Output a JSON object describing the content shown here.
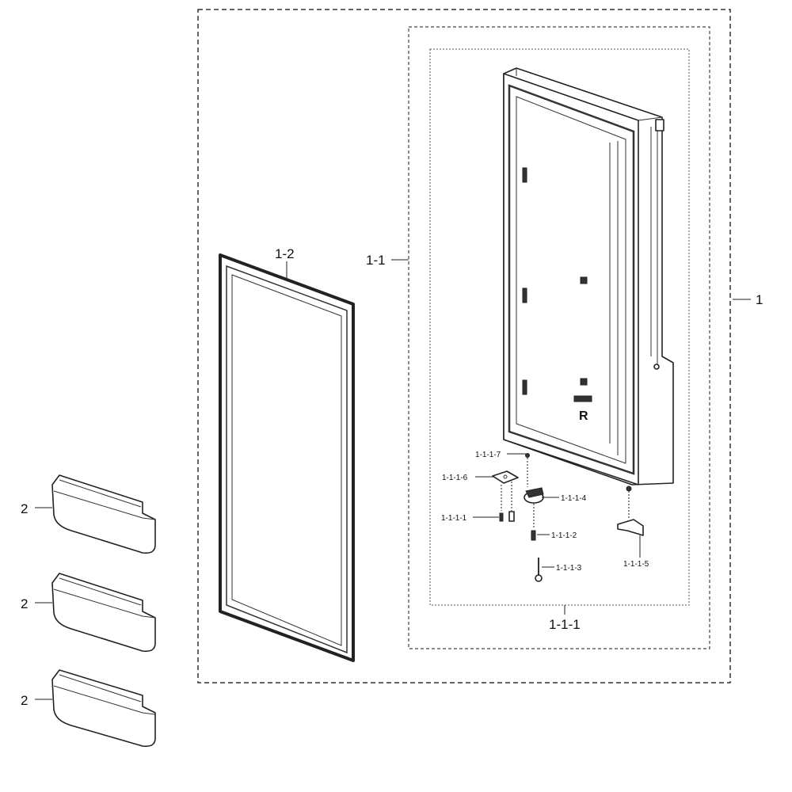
{
  "diagram": {
    "labels": {
      "assembly": "1",
      "door_assembly": "1-1",
      "gasket": "1-2",
      "door_foam_assembly": "1-1-1",
      "screw_1": "1-1-1-1",
      "screw_2": "1-1-1-2",
      "pin": "1-1-1-3",
      "cap": "1-1-1-4",
      "bracket": "1-1-1-5",
      "hinge": "1-1-1-6",
      "screw_7": "1-1-1-7",
      "guard_top": "2",
      "guard_middle": "2",
      "guard_bottom": "2"
    },
    "door_marking": "R"
  }
}
